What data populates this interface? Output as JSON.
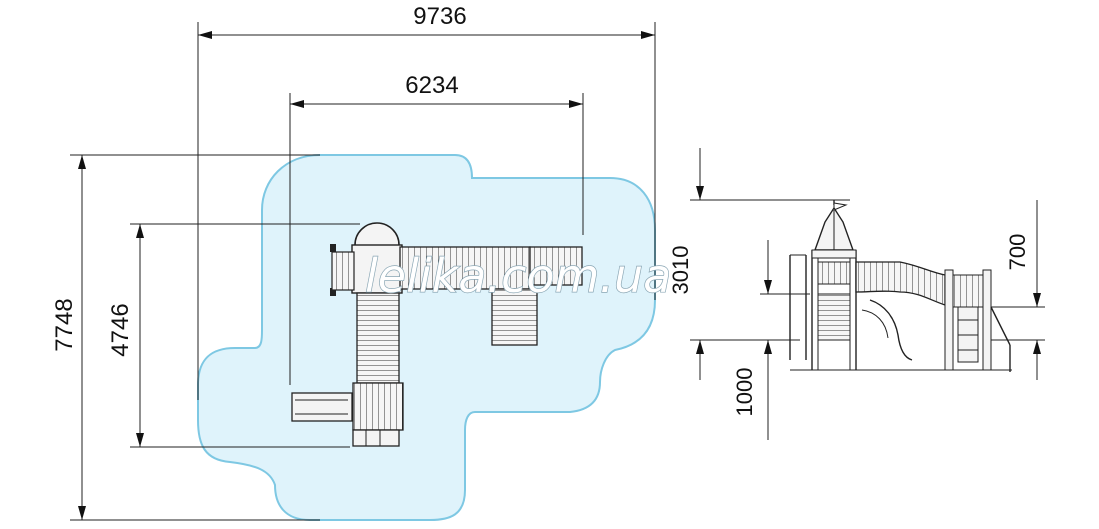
{
  "dimensions": {
    "plan_total_width": "9736",
    "plan_inner_width": "6234",
    "plan_total_depth": "7748",
    "plan_inner_depth": "4746",
    "side_platform_height": "3010",
    "side_low_height": "1000",
    "side_roof_height": "700"
  },
  "watermark": "lelika.com.ua",
  "colors": {
    "safety_zone_fill": "#dff3fb",
    "safety_zone_stroke": "#7ec8e3",
    "line": "#222222"
  }
}
